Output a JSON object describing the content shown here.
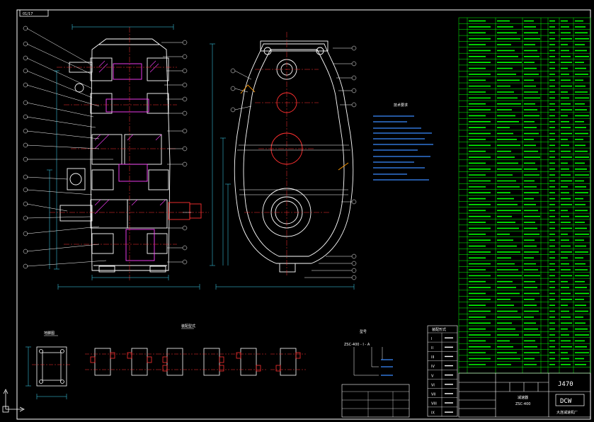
{
  "sheet": {
    "corner_code": "01/17",
    "notes_title": "技术要求",
    "model_caption": "型号",
    "model_code": "ZSC-400 - I - A",
    "table_title": "装配形式",
    "roman_numerals": [
      "I",
      "II",
      "III",
      "IV",
      "V",
      "VI",
      "VII",
      "VIII",
      "IX"
    ],
    "drawing_no": "J470",
    "product_name": "减速器",
    "product_code": "ZSC-400",
    "company_logo": "DCW",
    "company_name": "大连减速机厂"
  },
  "colors": {
    "background": "#000000",
    "outline": "#ffffff",
    "hidden": "#ff3030",
    "table": "#00ff00",
    "dimension": "#40e0ff",
    "notes": "#3a8bff",
    "gear": "#ff40ff"
  }
}
